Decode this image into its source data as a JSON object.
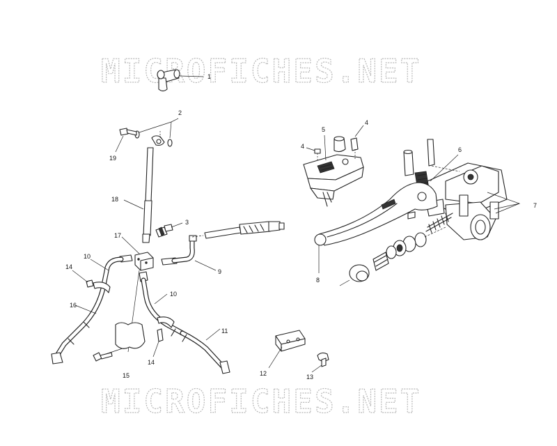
{
  "watermark": {
    "text_top": "MICROFICHES.NET",
    "text_bottom": "MICROFICHES.NET"
  },
  "callouts": [
    "1",
    "2",
    "3",
    "4",
    "4",
    "5",
    "6",
    "7",
    "8",
    "9",
    "10",
    "10",
    "11",
    "12",
    "13",
    "14",
    "14",
    "15",
    "16",
    "17",
    "18",
    "19"
  ]
}
